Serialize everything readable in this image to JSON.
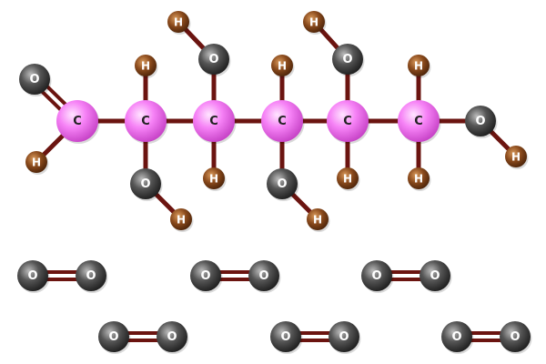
{
  "colors": {
    "bond": "#6b1410",
    "carbon": "#f472f4",
    "oxygen": "#505050",
    "hydrogen": "#8a4a1c",
    "label_c": "#222222",
    "label_o": "#ffffff",
    "label_h": "#ffffff"
  },
  "elements": {
    "C": {
      "label": "C",
      "icon": "carbon-atom"
    },
    "O": {
      "label": "O",
      "icon": "oxygen-atom"
    },
    "H": {
      "label": "H",
      "icon": "hydrogen-atom"
    }
  },
  "glucose": {
    "atoms": [
      {
        "id": "c1",
        "el": "C"
      },
      {
        "id": "c2",
        "el": "C"
      },
      {
        "id": "c3",
        "el": "C"
      },
      {
        "id": "c4",
        "el": "C"
      },
      {
        "id": "c5",
        "el": "C"
      },
      {
        "id": "c6",
        "el": "C"
      },
      {
        "id": "o1",
        "el": "O"
      },
      {
        "id": "h1",
        "el": "H"
      },
      {
        "id": "h2",
        "el": "H"
      },
      {
        "id": "o2",
        "el": "O"
      },
      {
        "id": "ho2",
        "el": "H"
      },
      {
        "id": "o3",
        "el": "O"
      },
      {
        "id": "ho3",
        "el": "H"
      },
      {
        "id": "h3",
        "el": "H"
      },
      {
        "id": "h4",
        "el": "H"
      },
      {
        "id": "o4",
        "el": "O"
      },
      {
        "id": "ho4",
        "el": "H"
      },
      {
        "id": "o5",
        "el": "O"
      },
      {
        "id": "ho5",
        "el": "H"
      },
      {
        "id": "h5",
        "el": "H"
      },
      {
        "id": "h6a",
        "el": "H"
      },
      {
        "id": "h6b",
        "el": "H"
      },
      {
        "id": "o6",
        "el": "O"
      },
      {
        "id": "ho6",
        "el": "H"
      }
    ],
    "bonds": [
      {
        "a": "c1",
        "b": "c2",
        "order": 1
      },
      {
        "a": "c2",
        "b": "c3",
        "order": 1
      },
      {
        "a": "c3",
        "b": "c4",
        "order": 1
      },
      {
        "a": "c4",
        "b": "c5",
        "order": 1
      },
      {
        "a": "c5",
        "b": "c6",
        "order": 1
      },
      {
        "a": "c1",
        "b": "o1",
        "order": 2
      },
      {
        "a": "c1",
        "b": "h1",
        "order": 1
      },
      {
        "a": "c2",
        "b": "h2",
        "order": 1
      },
      {
        "a": "c2",
        "b": "o2",
        "order": 1
      },
      {
        "a": "o2",
        "b": "ho2",
        "order": 1
      },
      {
        "a": "c3",
        "b": "o3",
        "order": 1
      },
      {
        "a": "o3",
        "b": "ho3",
        "order": 1
      },
      {
        "a": "c3",
        "b": "h3",
        "order": 1
      },
      {
        "a": "c4",
        "b": "h4",
        "order": 1
      },
      {
        "a": "c4",
        "b": "o4",
        "order": 1
      },
      {
        "a": "o4",
        "b": "ho4",
        "order": 1
      },
      {
        "a": "c5",
        "b": "o5",
        "order": 1
      },
      {
        "a": "o5",
        "b": "ho5",
        "order": 1
      },
      {
        "a": "c5",
        "b": "h5",
        "order": 1
      },
      {
        "a": "c6",
        "b": "h6a",
        "order": 1
      },
      {
        "a": "c6",
        "b": "h6b",
        "order": 1
      },
      {
        "a": "c6",
        "b": "o6",
        "order": 1
      },
      {
        "a": "o6",
        "b": "ho6",
        "order": 1
      }
    ]
  },
  "oxygen_molecules": [
    {
      "id": "o2-molecule-1",
      "atoms": [
        "O",
        "O"
      ],
      "bond_order": 2
    },
    {
      "id": "o2-molecule-2",
      "atoms": [
        "O",
        "O"
      ],
      "bond_order": 2
    },
    {
      "id": "o2-molecule-3",
      "atoms": [
        "O",
        "O"
      ],
      "bond_order": 2
    },
    {
      "id": "o2-molecule-4",
      "atoms": [
        "O",
        "O"
      ],
      "bond_order": 2
    },
    {
      "id": "o2-molecule-5",
      "atoms": [
        "O",
        "O"
      ],
      "bond_order": 2
    },
    {
      "id": "o2-molecule-6",
      "atoms": [
        "O",
        "O"
      ],
      "bond_order": 2
    }
  ]
}
